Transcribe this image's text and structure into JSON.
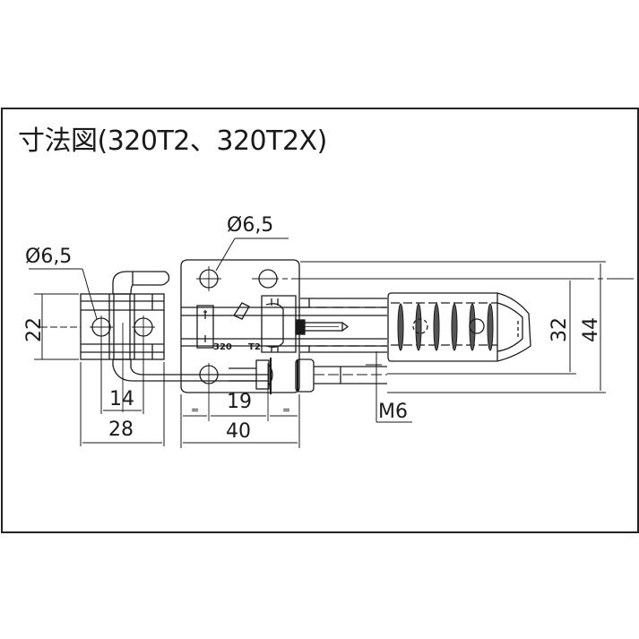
{
  "title": "寸法図(320T2、320T2X)",
  "dimensions": {
    "left_hole_dia": "Ø6,5",
    "top_hole_dia": "Ø6,5",
    "left_height": "22",
    "left_inner_width": "14",
    "left_outer_width": "28",
    "base_hole_spacing": "19",
    "base_width": "40",
    "thread": "M6",
    "handle_height": "32",
    "overall_height": "44",
    "equal_mark": "="
  },
  "part_marking": {
    "prefix": "320",
    "suffix": "T2"
  },
  "colors": {
    "line": "#1a1a1a",
    "frame": "#222222",
    "background": "#ffffff"
  }
}
